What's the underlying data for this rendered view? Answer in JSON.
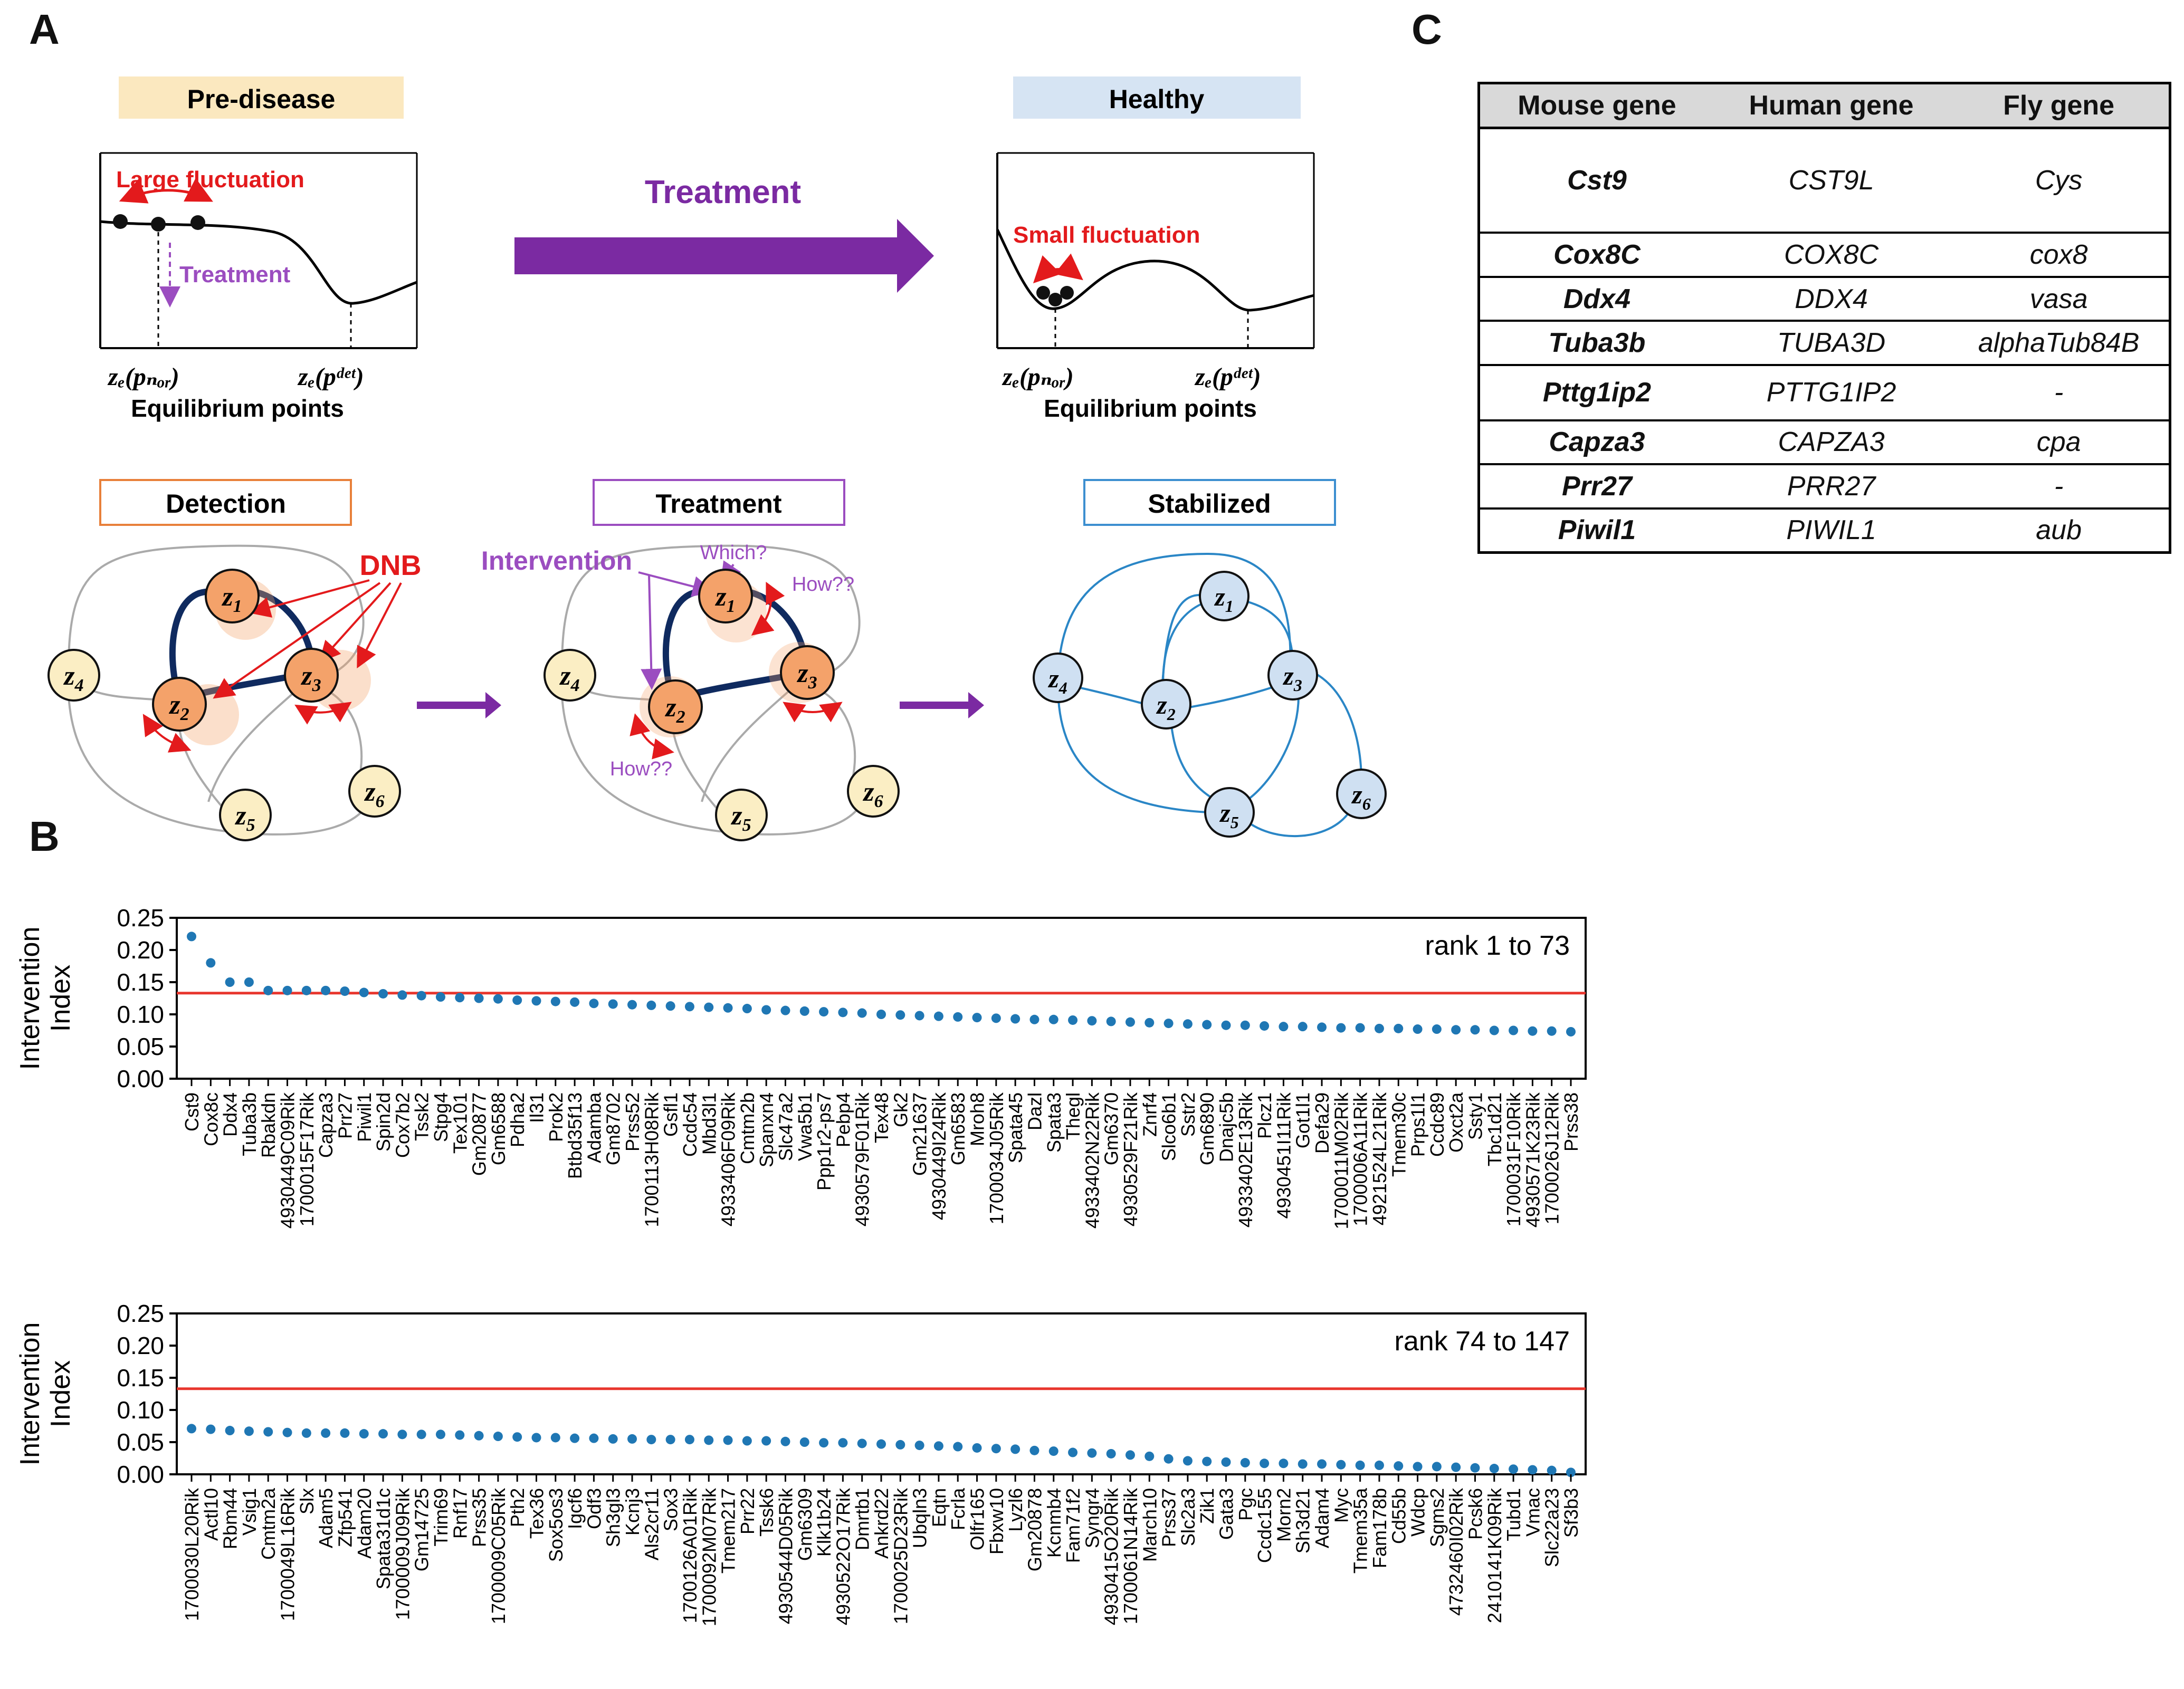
{
  "panel_letters": {
    "a": "A",
    "b": "B",
    "c": "C"
  },
  "panel_a": {
    "predisease_label": "Pre-disease",
    "healthy_label": "Healthy",
    "large_fluct": "Large fluctuation",
    "small_fluct": "Small fluctuation",
    "treatment_small": "Treatment",
    "treatment_big": "Treatment",
    "eq_label": "Equilibrium points",
    "eq_nor": "zₑ(pₙₒᵣ)",
    "eq_det": "zₑ(pᵈᵉᵗ)",
    "detection_label": "Detection",
    "treatment_label": "Treatment",
    "stabilized_label": "Stabilized",
    "dnb_label": "DNB",
    "intervention_label": "Intervention",
    "which_label": "Which?",
    "how_label": "How??",
    "nodes": [
      "z1",
      "z2",
      "z3",
      "z4",
      "z5",
      "z6"
    ],
    "node_letter": "z",
    "node_subs": [
      "1",
      "2",
      "3",
      "4",
      "5",
      "6"
    ],
    "colors": {
      "predisease_bg": "#fbe8bf",
      "healthy_bg": "#d6e4f3",
      "detection_border": "#e8803a",
      "treatment_border": "#9b4dc0",
      "stabilized_border": "#3d8fd0",
      "purple": "#7b2aa2",
      "red": "#e31a1c",
      "dnb_node": "#f4a26a",
      "normal_node": "#fbeec4",
      "stab_node": "#cfe0f2",
      "dnb_edge": "#0f2a5f",
      "stab_edge": "#2a86c6"
    }
  },
  "panel_c": {
    "headers": [
      "Mouse gene",
      "Human gene",
      "Fly gene"
    ],
    "rows": [
      [
        "Cst9",
        "CST9L",
        "Cys"
      ],
      [
        "Cox8C",
        "COX8C",
        "cox8"
      ],
      [
        "Ddx4",
        "DDX4",
        "vasa"
      ],
      [
        "Tuba3b",
        "TUBA3D",
        "alphaTub84B"
      ],
      [
        "Pttg1ip2",
        "PTTG1IP2",
        "-"
      ],
      [
        "Capza3",
        "CAPZA3",
        "cpa"
      ],
      [
        "Prr27",
        "PRR27",
        "-"
      ],
      [
        "Piwil1",
        "PIWIL1",
        "aub"
      ]
    ]
  },
  "chart_data": [
    {
      "type": "scatter",
      "annotation": "rank 1 to 73",
      "ylabel": "Intervention\nIndex",
      "ylim": [
        0,
        0.25
      ],
      "yticks": [
        "0.00",
        "0.05",
        "0.10",
        "0.15",
        "0.20",
        "0.25"
      ],
      "threshold": 0.133,
      "point_color": "#1f77b4",
      "threshold_color": "#e8362d",
      "categories": [
        "Cst9",
        "Cox8c",
        "Ddx4",
        "Tuba3b",
        "Rbakdn",
        "4930449C09Rik",
        "1700015F17Rik",
        "Capza3",
        "Prr27",
        "Piwil1",
        "Spin2d",
        "Cox7b2",
        "Tssk2",
        "Stpg4",
        "Tex101",
        "Gm20877",
        "Gm6588",
        "Pdha2",
        "Il31",
        "Prok2",
        "Btbd35f13",
        "Adamba",
        "Gm8702",
        "Prss52",
        "1700113H08Rik",
        "Gsfl1",
        "Ccdc54",
        "Mbd3l1",
        "4933406F09Rik",
        "Cmtm2b",
        "Spanxn4",
        "Slc47a2",
        "Vwa5b1",
        "Ppp1r2-ps7",
        "Pebp4",
        "4930579F01Rik",
        "Tex48",
        "Gk2",
        "Gm21637",
        "4930449I24Rik",
        "Gm6583",
        "Mroh8",
        "1700034J05Rik",
        "Spata45",
        "Dazl",
        "Spata3",
        "Thegl",
        "4933402N22Rik",
        "Gm6370",
        "4930529F21Rik",
        "Znrf4",
        "Slco6b1",
        "Sstr2",
        "Gm6890",
        "Dnajc5b",
        "4933402E13Rik",
        "Plcz1",
        "4930451I11Rik",
        "Got1l1",
        "Defa29",
        "1700011M02Rik",
        "1700006A11Rik",
        "4921524L21Rik",
        "Tmem30c",
        "Prps1l1",
        "Ccdc89",
        "Oxct2a",
        "Ssty1",
        "Tbc1d21",
        "1700031F10Rik",
        "4930571K23Rik",
        "1700026J12Rik",
        "Prss38"
      ],
      "values": [
        0.221,
        0.18,
        0.15,
        0.15,
        0.137,
        0.137,
        0.137,
        0.137,
        0.136,
        0.134,
        0.132,
        0.13,
        0.129,
        0.127,
        0.126,
        0.125,
        0.124,
        0.122,
        0.121,
        0.12,
        0.119,
        0.117,
        0.116,
        0.115,
        0.114,
        0.113,
        0.112,
        0.111,
        0.11,
        0.109,
        0.107,
        0.106,
        0.105,
        0.104,
        0.103,
        0.102,
        0.1,
        0.099,
        0.098,
        0.097,
        0.096,
        0.095,
        0.094,
        0.093,
        0.092,
        0.092,
        0.091,
        0.09,
        0.089,
        0.088,
        0.087,
        0.086,
        0.085,
        0.084,
        0.083,
        0.083,
        0.082,
        0.081,
        0.081,
        0.08,
        0.079,
        0.079,
        0.078,
        0.078,
        0.077,
        0.077,
        0.076,
        0.076,
        0.075,
        0.075,
        0.074,
        0.074,
        0.073
      ]
    },
    {
      "type": "scatter",
      "annotation": "rank 74 to 147",
      "ylabel": "Intervention\nIndex",
      "ylim": [
        0,
        0.25
      ],
      "yticks": [
        "0.00",
        "0.05",
        "0.10",
        "0.15",
        "0.20",
        "0.25"
      ],
      "threshold": 0.133,
      "point_color": "#1f77b4",
      "threshold_color": "#e8362d",
      "categories": [
        "1700030L20Rik",
        "Actl10",
        "Rbm44",
        "Vsig1",
        "Cmtm2a",
        "1700049L16Rik",
        "Slx",
        "Adam5",
        "Zfp541",
        "Adam20",
        "Spata31d1c",
        "1700009J09Rik",
        "Gm14725",
        "Trim69",
        "Rnf17",
        "Prss35",
        "1700009C05Rik",
        "Pth2",
        "Tex36",
        "Sox5os3",
        "Igcf6",
        "Odf3",
        "Sh3gl3",
        "Kcnj3",
        "Als2cr11",
        "Sox3",
        "1700126A01Rik",
        "1700092M07Rik",
        "Tmem217",
        "Prr22",
        "Tssk6",
        "4930544D05Rik",
        "Gm6309",
        "Klk1b24",
        "4930522O17Rik",
        "Dmrtb1",
        "Ankrd22",
        "1700025D23Rik",
        "Ubqln3",
        "Eqtn",
        "Fcrla",
        "Olfr165",
        "Fbxw10",
        "Lyzl6",
        "Gm20878",
        "Kcnmb4",
        "Fam71f2",
        "Syngr4",
        "4930415O20Rik",
        "1700061N14Rik",
        "March10",
        "Prss37",
        "Slc2a3",
        "Zik1",
        "Gata3",
        "Pgc",
        "Ccdc155",
        "Morn2",
        "Sh3d21",
        "Adam4",
        "Myc",
        "Tmem35a",
        "Fam178b",
        "Cd55b",
        "Wdcp",
        "Sgms2",
        "4732460I02Rik",
        "Pcsk6",
        "2410141K09Rik",
        "Tubd1",
        "Vmac",
        "Slc22a23",
        "Sf3b3"
      ],
      "values": [
        0.071,
        0.07,
        0.068,
        0.067,
        0.066,
        0.065,
        0.064,
        0.064,
        0.064,
        0.063,
        0.063,
        0.062,
        0.062,
        0.062,
        0.061,
        0.06,
        0.059,
        0.058,
        0.057,
        0.057,
        0.056,
        0.056,
        0.055,
        0.055,
        0.054,
        0.054,
        0.054,
        0.053,
        0.053,
        0.052,
        0.052,
        0.051,
        0.05,
        0.049,
        0.049,
        0.048,
        0.047,
        0.046,
        0.045,
        0.044,
        0.043,
        0.041,
        0.04,
        0.039,
        0.037,
        0.036,
        0.034,
        0.033,
        0.032,
        0.03,
        0.028,
        0.024,
        0.021,
        0.02,
        0.019,
        0.018,
        0.017,
        0.017,
        0.016,
        0.016,
        0.015,
        0.014,
        0.014,
        0.013,
        0.012,
        0.012,
        0.011,
        0.01,
        0.009,
        0.008,
        0.007,
        0.006,
        0.003
      ]
    }
  ]
}
